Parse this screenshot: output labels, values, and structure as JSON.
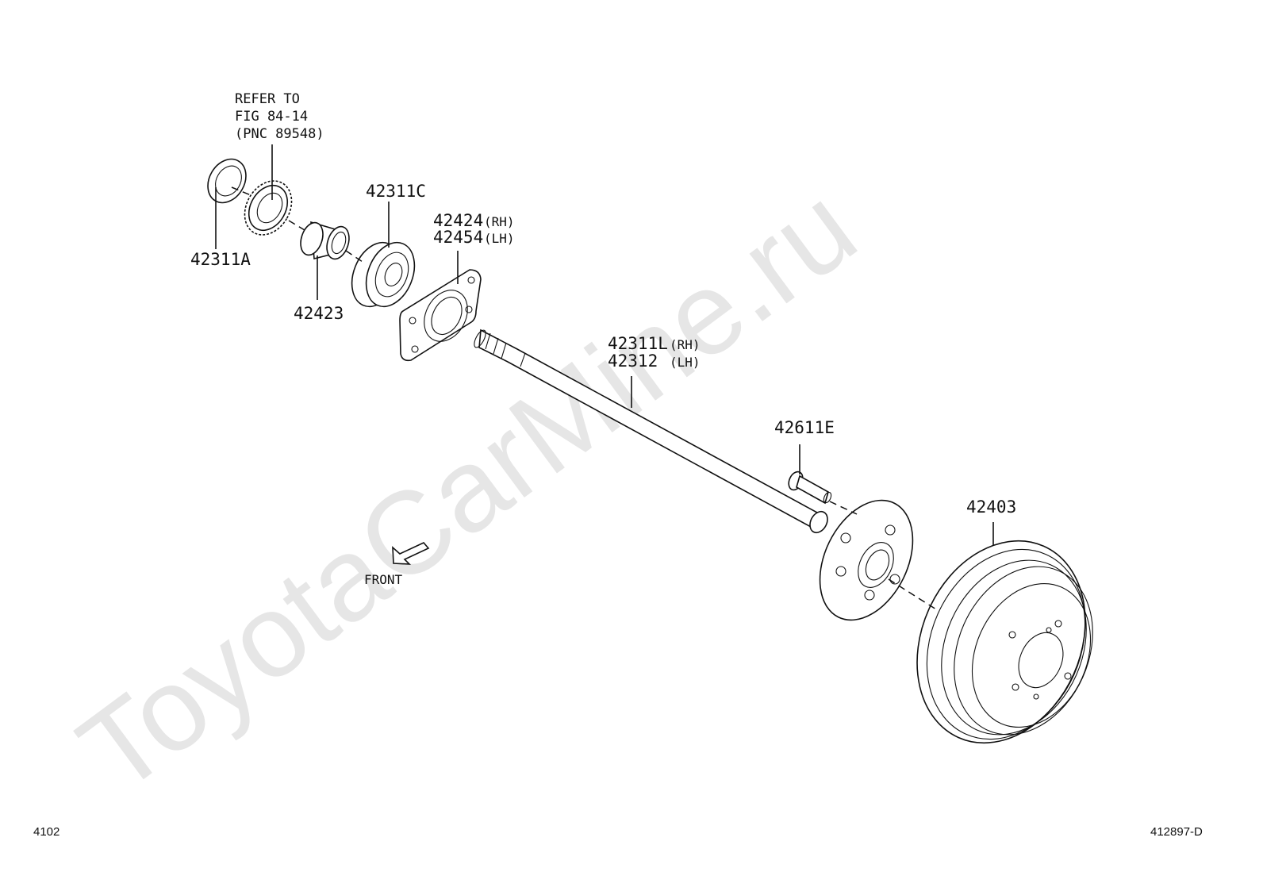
{
  "watermark": "ToyotaCarMine.ru",
  "note": {
    "line1": "REFER TO",
    "line2": "FIG 84-14",
    "line3": "(PNC 89548)"
  },
  "parts": {
    "p42311A": "42311A",
    "p42423": "42423",
    "p42311C": "42311C",
    "p42424": "42424",
    "p42424_side": "(RH)",
    "p42454": "42454",
    "p42454_side": "(LH)",
    "p42311L": "42311L",
    "p42311L_side": "(RH)",
    "p42312": "42312",
    "p42312_side": "(LH)",
    "p42611E": "42611E",
    "p42403": "42403"
  },
  "front_label": "FRONT",
  "footer": {
    "left": "4102",
    "right": "412897-D"
  }
}
